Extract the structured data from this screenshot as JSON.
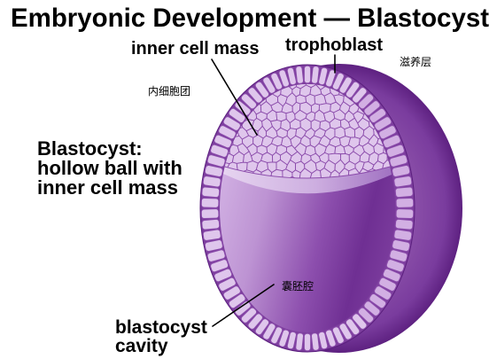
{
  "title": "Embryonic Development — Blastocyst",
  "labels": {
    "inner_cell_mass": "inner cell mass",
    "inner_cell_mass_zh": "内细胞团",
    "trophoblast": "trophoblast",
    "trophoblast_zh": "滋养层",
    "description": [
      "Blastocyst:",
      "hollow ball with",
      "inner cell mass"
    ],
    "cavity": [
      "blastocyst",
      "cavity"
    ],
    "cavity_zh": "囊胚腔"
  },
  "colors": {
    "shell": "#8a4fa8",
    "shell_edge": "#5e2181",
    "cell_fill": "#dfc6ec",
    "cell_fill_shaded": "#d2afe3",
    "cell_stroke": "#8b4cab",
    "cavity_light": "#d4b4e5",
    "cavity_dark": "#6f2f93"
  }
}
